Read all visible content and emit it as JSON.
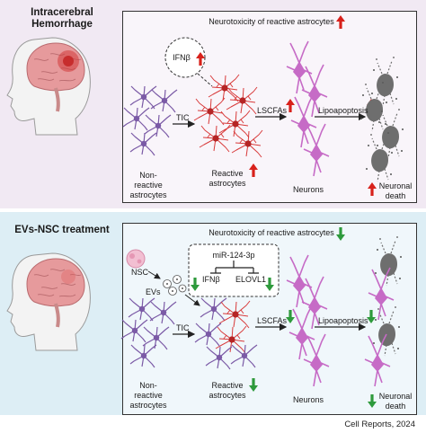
{
  "top": {
    "title": "Intracerebral Hemorrhage",
    "header": "Neurotoxicity of reactive astrocytes",
    "bubble_label": "IFNβ",
    "labels": {
      "nonreactive": "Non-reactive astrocytes",
      "tic": "TIC",
      "reactive": "Reactive astrocytes",
      "lscfas": "LSCFAs",
      "lipoapoptosis": "Lipoapoptosis",
      "neurons": "Neurons",
      "death": "Neuronal death"
    },
    "direction": "up"
  },
  "bottom": {
    "title": "EVs-NSC treatment",
    "header": "Neurotoxicity of reactive astrocytes",
    "mir": "miR-124-3p",
    "ifnb": "IFNβ",
    "elovl1": "ELOVL1",
    "nsc": "NSC",
    "evs": "EVs",
    "labels": {
      "nonreactive": "Non-reactive astrocytes",
      "tic": "TIC",
      "reactive": "Reactive astrocytes",
      "lscfas": "LSCFAs",
      "lipoapoptosis": "Lipoapoptosis",
      "neurons": "Neurons",
      "death": "Neuronal death"
    },
    "direction": "down"
  },
  "citation": "Cell Reports, 2024",
  "colors": {
    "up_arrow": "#d8211b",
    "down_arrow": "#2e9a3c",
    "astro_nonreactive": "#7b5aa6",
    "astro_reactive": "#d83a3a",
    "neuron": "#c66bc6",
    "dead_neuron": "#6e6e6e",
    "brain": "#e69a9c"
  }
}
